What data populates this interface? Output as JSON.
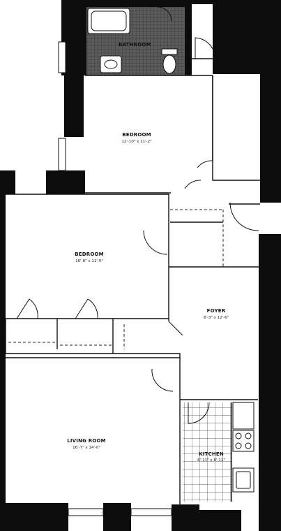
{
  "rooms": {
    "bathroom": {
      "name": "BATHROOM",
      "dims": ""
    },
    "bedroom_top": {
      "name": "BEDROOM",
      "dims": "12'-10\" x 11'-2\""
    },
    "bedroom_left": {
      "name": "BEDROOM",
      "dims": "16'-8\" x 11'-0\""
    },
    "foyer": {
      "name": "FOYER",
      "dims": "8'-3\" x 12'-6\""
    },
    "living_room": {
      "name": "LIVING ROOM",
      "dims": "16'-7\" x 14'-0\""
    },
    "kitchen": {
      "name": "KITCHEN",
      "dims": "8'-11\" x 8'-11\""
    }
  },
  "colors": {
    "wall": "#0c0c0c",
    "background": "#ffffff",
    "tile": "#555555"
  }
}
